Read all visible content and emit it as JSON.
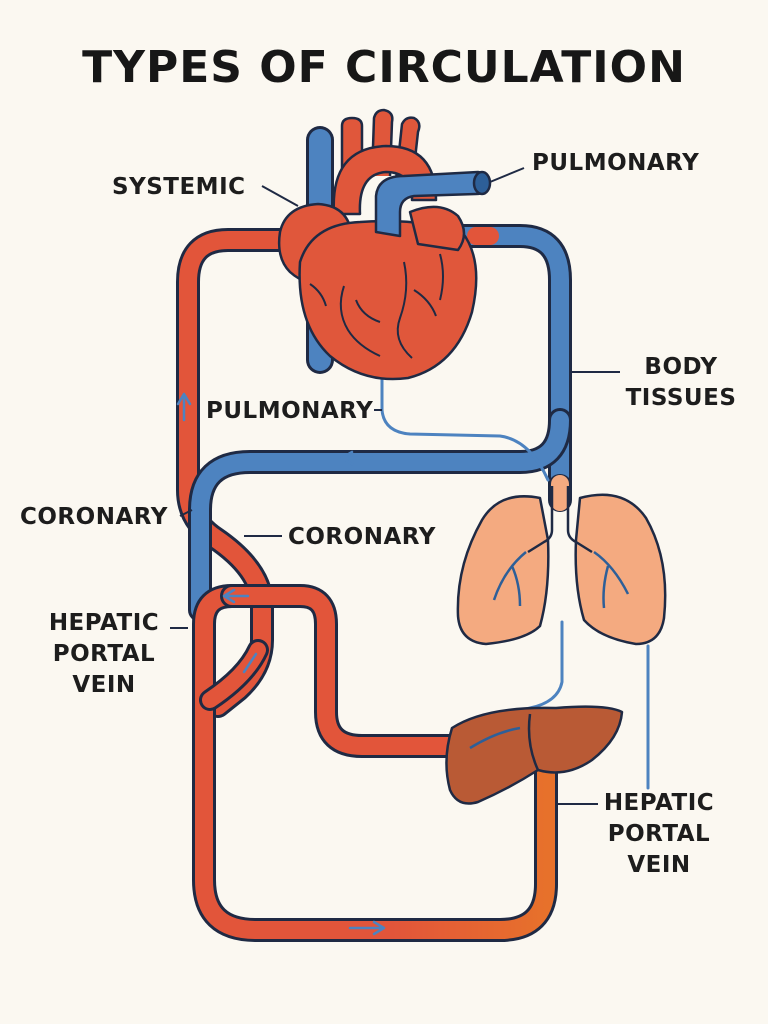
{
  "title": "TYPES OF CIRCULATION",
  "labels": {
    "systemic": "SYSTEMIC",
    "pulmonary_top": "PULMONARY",
    "body_tissues_1": "BODY",
    "body_tissues_2": "TISSUES",
    "pulmonary_mid": "PULMONARY",
    "coronary_left": "CORONARY",
    "coronary_mid": "CORONARY",
    "hepatic_left_1": "HEPATIC",
    "hepatic_left_2": "PORTAL",
    "hepatic_left_3": "VEIN",
    "hepatic_right_1": "HEPATIC",
    "hepatic_right_2": "PORTAL",
    "hepatic_right_3": "VEIN"
  },
  "colors": {
    "background": "#fbf8f1",
    "artery_red": "#e2553a",
    "vein_blue": "#4d83c0",
    "heart": "#e0573b",
    "lungs": "#f4aa80",
    "liver": "#b95a35",
    "portal_orange": "#e7712b",
    "outline": "#1f2a44"
  }
}
